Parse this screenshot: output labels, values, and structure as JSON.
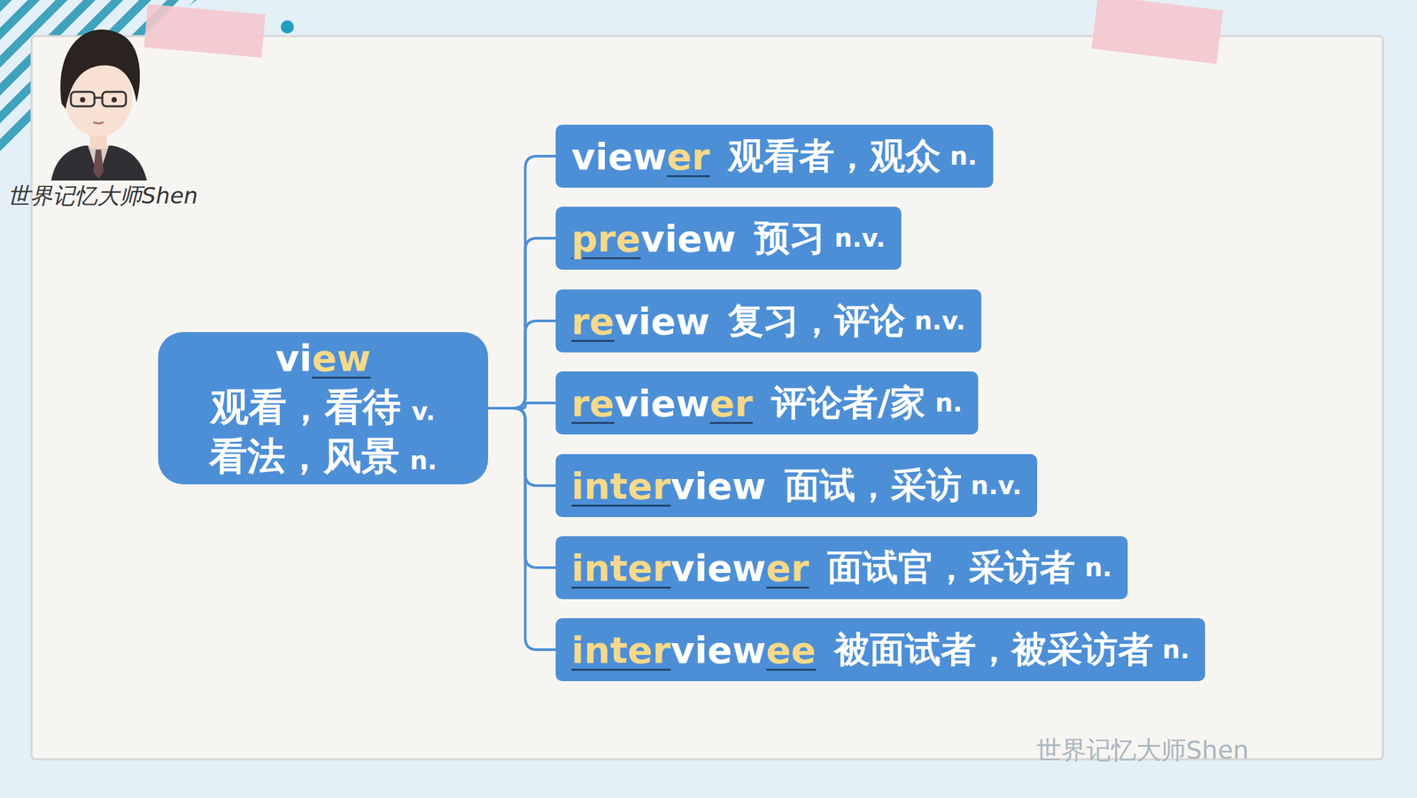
{
  "diagram": {
    "nodes": [
      {
        "text": [
          "view",
          "观看，看待",
          "v.",
          "看法，风景",
          "n."
        ]
      },
      {
        "text": [
          "viewer",
          "观看者，观众",
          "n."
        ]
      },
      {
        "text": [
          "preview",
          "预习",
          "n.v."
        ]
      },
      {
        "text": [
          "review",
          "复习，评论",
          "n.v."
        ]
      },
      {
        "text": [
          "reviewer",
          "评论者/家",
          "n."
        ]
      },
      {
        "text": [
          "interview",
          "面试，采访",
          "n.v."
        ]
      },
      {
        "text": [
          "interviewer",
          "面试官，采访者",
          "n."
        ]
      },
      {
        "text": [
          "interviewee",
          "被面试者，被采访者",
          "n."
        ]
      }
    ],
    "edges": [
      {
        "from": 0,
        "to": 1,
        "arrow": "none"
      },
      {
        "from": 0,
        "to": 2,
        "arrow": "none"
      },
      {
        "from": 0,
        "to": 3,
        "arrow": "none"
      },
      {
        "from": 0,
        "to": 4,
        "arrow": "none"
      },
      {
        "from": 0,
        "to": 5,
        "arrow": "none"
      },
      {
        "from": 0,
        "to": 6,
        "arrow": "none"
      },
      {
        "from": 0,
        "to": 7,
        "arrow": "none"
      }
    ],
    "labels": [
      "世界记忆大师Shen",
      "世界记忆大师Shen"
    ]
  }
}
